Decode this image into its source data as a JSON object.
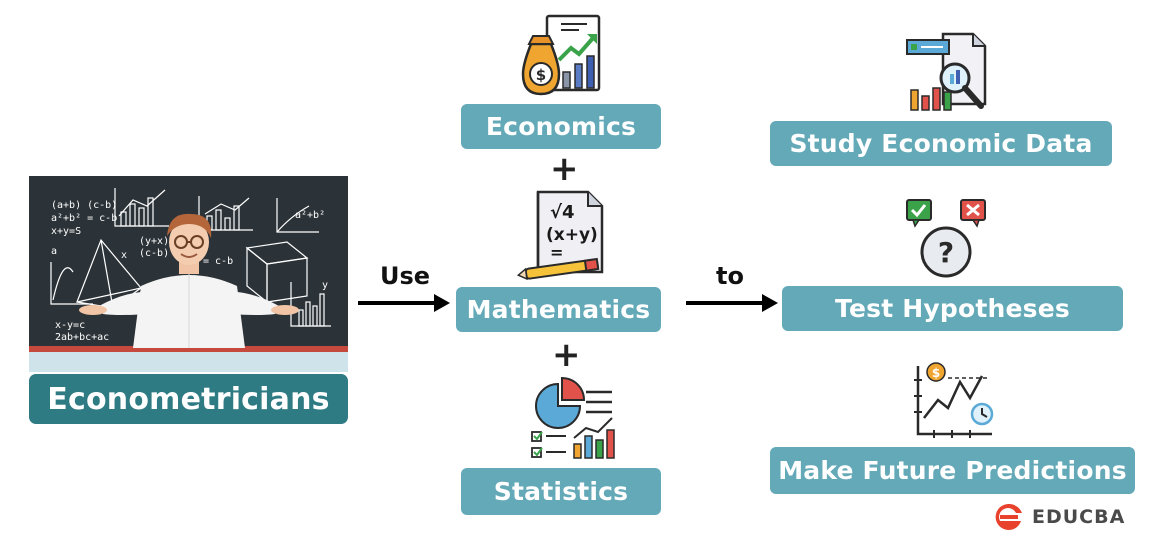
{
  "source": {
    "label": "Econometricians",
    "blackboard": {
      "eq1": "(a+b) (c-b)",
      "eq2": "a²+b² = c-b",
      "eq3": "x+y=S",
      "eq4": "(y+x)",
      "eq5": "(c-b)",
      "eq6": "= c-b",
      "eq7": "a²+b²",
      "eq8": "x-y=c",
      "eq9": "2ab+bc+ac",
      "var_a": "a",
      "var_x": "x",
      "var_y": "y"
    }
  },
  "connectors": {
    "use": "Use",
    "to": "to",
    "plus": "+"
  },
  "disciplines": [
    {
      "label": "Economics",
      "icon": "money-bag-chart-icon"
    },
    {
      "label": "Mathematics",
      "icon": "math-notebook-icon",
      "icon_text_1": "√4",
      "icon_text_2": "(x+y)",
      "icon_text_3": "="
    },
    {
      "label": "Statistics",
      "icon": "statistics-report-icon"
    }
  ],
  "purposes": [
    {
      "label": "Study Economic Data",
      "icon": "data-analysis-icon"
    },
    {
      "label": "Test Hypotheses",
      "icon": "hypothesis-icon",
      "icon_text": "?"
    },
    {
      "label": "Make Future Predictions",
      "icon": "prediction-chart-icon",
      "icon_text": "$"
    }
  ],
  "brand": {
    "name": "EDUCBA",
    "color": "#e8412c"
  },
  "colors": {
    "pill": "#64a9b7",
    "pill_dark": "#2f7b84",
    "board": "#2c3338",
    "arrow": "#000000"
  }
}
